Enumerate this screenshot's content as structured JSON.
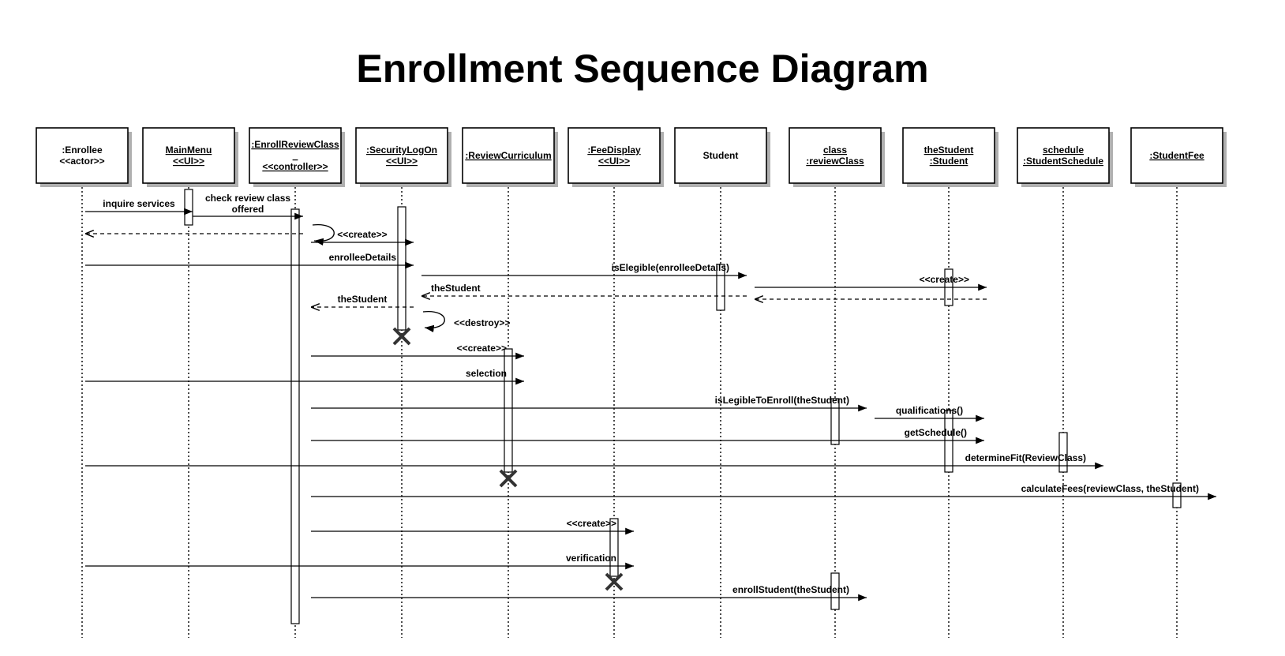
{
  "title": "Enrollment Sequence Diagram",
  "participants": [
    {
      "id": "enrollee",
      "lines": [
        ":Enrollee",
        "<<actor>>"
      ],
      "underline": false
    },
    {
      "id": "mainmenu",
      "lines": [
        "MainMenu",
        "<<UI>>"
      ],
      "underline": true
    },
    {
      "id": "enrollreview",
      "lines": [
        ":EnrollReviewClass",
        "_",
        "<<controller>>"
      ],
      "underline": true
    },
    {
      "id": "securitylogon",
      "lines": [
        ":SecurityLogOn",
        "<<UI>>"
      ],
      "underline": true
    },
    {
      "id": "reviewcurriculum",
      "lines": [
        ":ReviewCurriculum"
      ],
      "underline": true
    },
    {
      "id": "feedisplay",
      "lines": [
        ":FeeDisplay",
        "<<UI>>"
      ],
      "underline": true
    },
    {
      "id": "student",
      "lines": [
        "Student"
      ],
      "underline": false
    },
    {
      "id": "reviewclass",
      "lines": [
        "class",
        ":reviewClass"
      ],
      "underline": true
    },
    {
      "id": "thestudent",
      "lines": [
        "theStudent",
        ":Student"
      ],
      "underline": true
    },
    {
      "id": "schedule",
      "lines": [
        "schedule",
        ":StudentSchedule"
      ],
      "underline": true
    },
    {
      "id": "studentfee",
      "lines": [
        ":StudentFee"
      ],
      "underline": true
    }
  ],
  "messages": [
    {
      "from": "enrollee",
      "to": "mainmenu",
      "label": "inquire services",
      "kind": "sync"
    },
    {
      "from": "mainmenu",
      "to": "enrollreview",
      "label": "check review class offered",
      "label_lines": [
        "check review class",
        "offered"
      ],
      "kind": "sync"
    },
    {
      "from": "enrollreview",
      "to": "enrollreview",
      "label": "",
      "kind": "self"
    },
    {
      "from": "enrollreview",
      "to": "enrollee",
      "label": "",
      "kind": "return"
    },
    {
      "from": "enrollreview",
      "to": "securitylogon",
      "label": "<<create>>",
      "kind": "sync"
    },
    {
      "from": "enrollee",
      "to": "securitylogon",
      "label": "enrolleeDetails",
      "kind": "sync"
    },
    {
      "from": "securitylogon",
      "to": "student",
      "label": "isElegible(enrolleeDetails)",
      "kind": "sync"
    },
    {
      "from": "student",
      "to": "thestudent",
      "label": "<<create>>",
      "kind": "sync"
    },
    {
      "from": "student",
      "to": "securitylogon",
      "label": "theStudent",
      "kind": "return"
    },
    {
      "from": "thestudent",
      "to": "student",
      "label": "",
      "kind": "return"
    },
    {
      "from": "securitylogon",
      "to": "enrollreview",
      "label": "theStudent",
      "kind": "return"
    },
    {
      "from": "securitylogon",
      "to": "securitylogon",
      "label": "<<destroy>>",
      "kind": "self"
    },
    {
      "from": "enrollreview",
      "to": "reviewcurriculum",
      "label": "<<create>>",
      "kind": "sync"
    },
    {
      "from": "enrollee",
      "to": "reviewcurriculum",
      "label": "selection",
      "kind": "sync"
    },
    {
      "from": "enrollreview",
      "to": "reviewclass",
      "label": "isLegibleToEnroll(theStudent)",
      "kind": "sync"
    },
    {
      "from": "reviewclass",
      "to": "thestudent",
      "label": "qualifications()",
      "kind": "sync"
    },
    {
      "from": "enrollreview",
      "to": "thestudent",
      "label": "getSchedule()",
      "kind": "sync"
    },
    {
      "from": "enrollee",
      "to": "schedule",
      "label": "determineFit(ReviewClass)",
      "kind": "sync"
    },
    {
      "from": "enrollreview",
      "to": "studentfee",
      "label": "calculateFees(reviewClass, theStudent)",
      "kind": "sync"
    },
    {
      "from": "enrollreview",
      "to": "feedisplay",
      "label": "<<create>>",
      "kind": "sync"
    },
    {
      "from": "enrollee",
      "to": "feedisplay",
      "label": "verification",
      "kind": "sync"
    },
    {
      "from": "enrollreview",
      "to": "reviewclass",
      "label": "enrollStudent(theStudent)",
      "kind": "sync"
    }
  ],
  "destructions": [
    "securitylogon",
    "reviewcurriculum",
    "feedisplay"
  ]
}
